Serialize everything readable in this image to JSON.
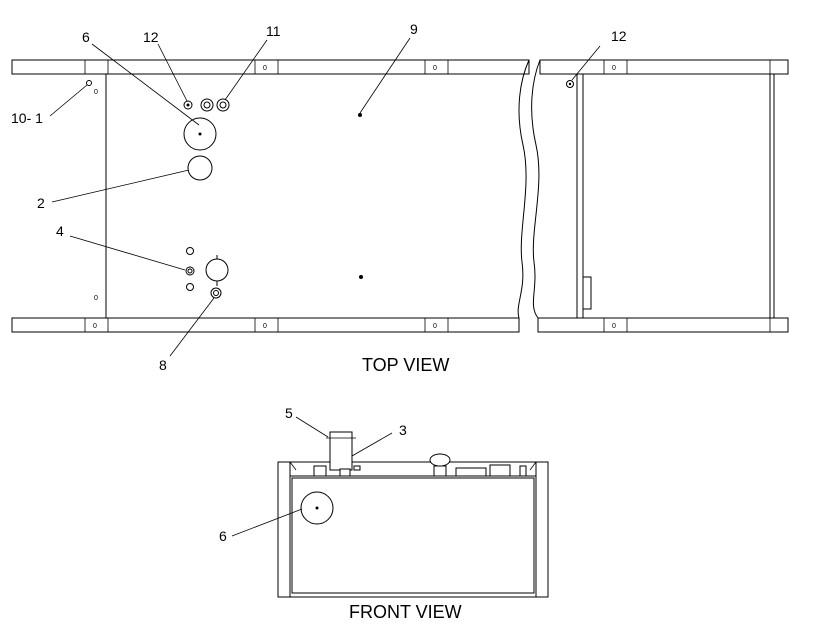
{
  "views": {
    "top_title": "TOP VIEW",
    "front_title": "FRONT VIEW"
  },
  "callouts": {
    "c6_top": "6",
    "c12_left": "12",
    "c11": "11",
    "c9": "9",
    "c12_right": "12",
    "c10_1": "10- 1",
    "c2": "2",
    "c4": "4",
    "c8": "8",
    "c5": "5",
    "c3": "3",
    "c6_front": "6"
  },
  "marks": {
    "zero": "0"
  }
}
